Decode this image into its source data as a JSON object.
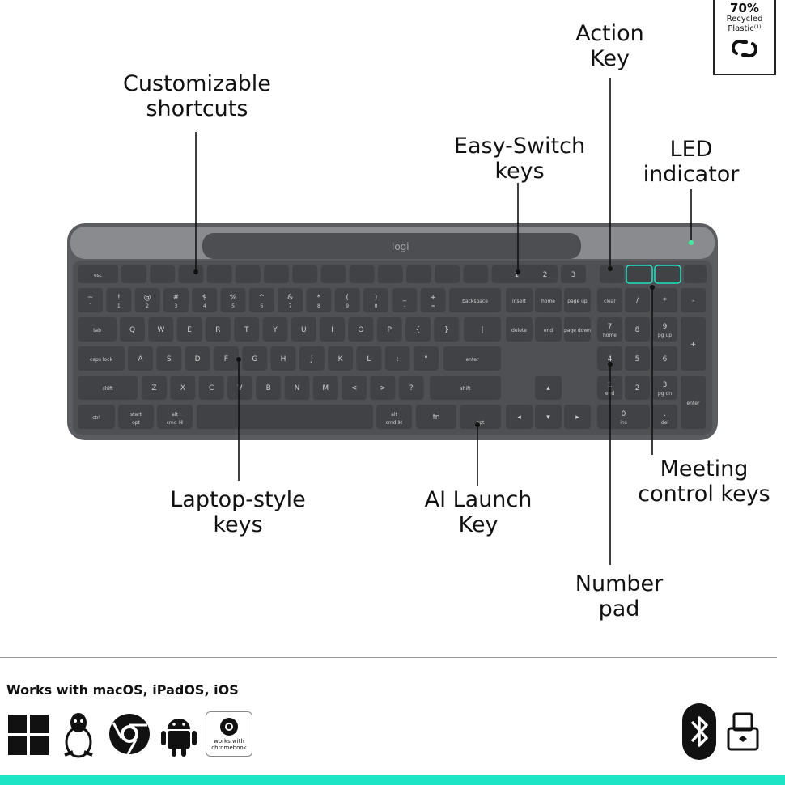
{
  "badge": {
    "percent": "70%",
    "line1": "Recycled",
    "line2": "Plastic⁽¹⁾"
  },
  "callouts": {
    "customizable_shortcuts": [
      "Customizable",
      "shortcuts"
    ],
    "action_key": [
      "Action",
      "Key"
    ],
    "easy_switch": [
      "Easy-Switch",
      "keys"
    ],
    "led_indicator": [
      "LED",
      "indicator"
    ],
    "laptop_keys": [
      "Laptop-style",
      "keys"
    ],
    "ai_launch": [
      "AI Launch",
      "Key"
    ],
    "meeting_control": [
      "Meeting",
      "control keys"
    ],
    "number_pad": [
      "Number",
      "pad"
    ]
  },
  "keyboard": {
    "brand": "logi",
    "row_fn": [
      "esc",
      "",
      "",
      "",
      "",
      "",
      "",
      "",
      "",
      "",
      "",
      "",
      "",
      "",
      "",
      ""
    ],
    "easy_switch_keys": [
      "1",
      "2",
      "3"
    ],
    "row_num_top": [
      "~",
      "!",
      "@",
      "#",
      "$",
      "%",
      "^",
      "&",
      "*",
      "(",
      ")",
      "_",
      "+"
    ],
    "row_num_bottom": [
      "`",
      "1",
      "2",
      "3",
      "4",
      "5",
      "6",
      "7",
      "8",
      "9",
      "0",
      "-",
      "="
    ],
    "backspace": "backspace",
    "row_qwerty": [
      "tab",
      "Q",
      "W",
      "E",
      "R",
      "T",
      "Y",
      "U",
      "I",
      "O",
      "P",
      "{",
      "}",
      "|"
    ],
    "row_home": [
      "caps lock",
      "A",
      "S",
      "D",
      "F",
      "G",
      "H",
      "J",
      "K",
      "L",
      ":",
      "\"",
      "enter"
    ],
    "row_shift": [
      "shift",
      "Z",
      "X",
      "C",
      "V",
      "B",
      "N",
      "M",
      "<",
      ">",
      "?",
      "shift"
    ],
    "row_bottom": [
      "ctrl",
      "start",
      "alt",
      "",
      "alt",
      "fn",
      "",
      ""
    ],
    "opt_label": "opt",
    "cmd_label": "cmd ⌘",
    "nav": [
      "insert",
      "home",
      "page up",
      "delete",
      "end",
      "page down"
    ],
    "numpad": [
      "clear",
      "/",
      "*",
      "-",
      "7",
      "8",
      "9",
      "+",
      "4",
      "5",
      "6",
      "1",
      "2",
      "3",
      "enter",
      "0",
      "."
    ],
    "numpad_sub": [
      "home",
      "",
      "pg up",
      "",
      "",
      "",
      "end",
      "",
      "pg dn",
      "ins",
      "del"
    ]
  },
  "compatibility": {
    "heading": "Works with macOS, iPadOS, iOS",
    "chromebook_line1": "works with",
    "chromebook_line2": "chromebook",
    "icons": [
      "windows-icon",
      "linux-icon",
      "chrome-icon",
      "android-icon",
      "chromebook-icon"
    ],
    "right_icons": [
      "bluetooth-icon",
      "receiver-icon"
    ]
  },
  "colors": {
    "accent": "#1de4c4",
    "keyboard_body": "#5a5b5e",
    "key": "#414245",
    "key_text": "#cfcfcf"
  }
}
